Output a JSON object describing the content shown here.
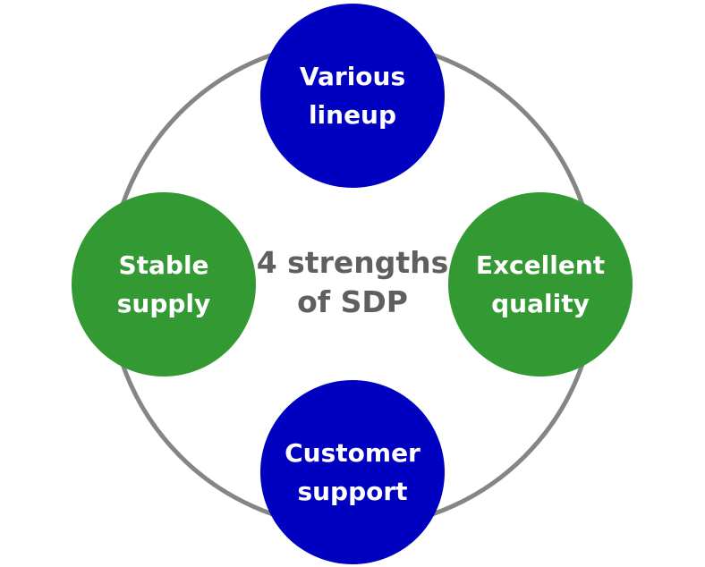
{
  "colors": {
    "blue_node": "#0000c0",
    "green_node": "#339933",
    "connector": "#858585",
    "center_text": "#5f5f5f"
  },
  "center": {
    "line1": "4 strengths",
    "line2": "of SDP"
  },
  "nodes": {
    "top": {
      "line1": "Various",
      "line2": "lineup",
      "color": "blue"
    },
    "right": {
      "line1": "Excellent",
      "line2": "quality",
      "color": "green"
    },
    "bottom": {
      "line1": "Customer",
      "line2": "support",
      "color": "blue"
    },
    "left": {
      "line1": "Stable",
      "line2": "supply",
      "color": "green"
    }
  }
}
